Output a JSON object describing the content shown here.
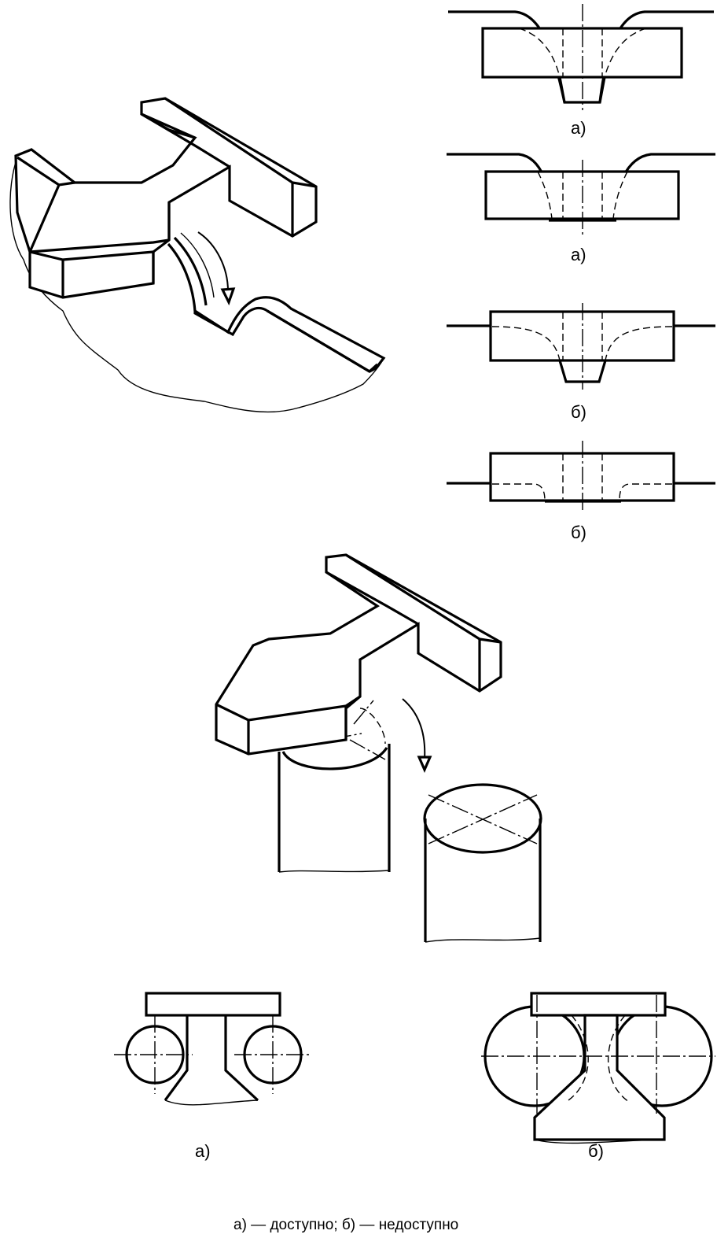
{
  "labels": {
    "profile_1": "а)",
    "profile_2": "а)",
    "profile_3": "б)",
    "profile_4": "б)",
    "bottom_left": "а)",
    "bottom_right": "б)"
  },
  "caption": "а) — доступно; б) — недоступно"
}
